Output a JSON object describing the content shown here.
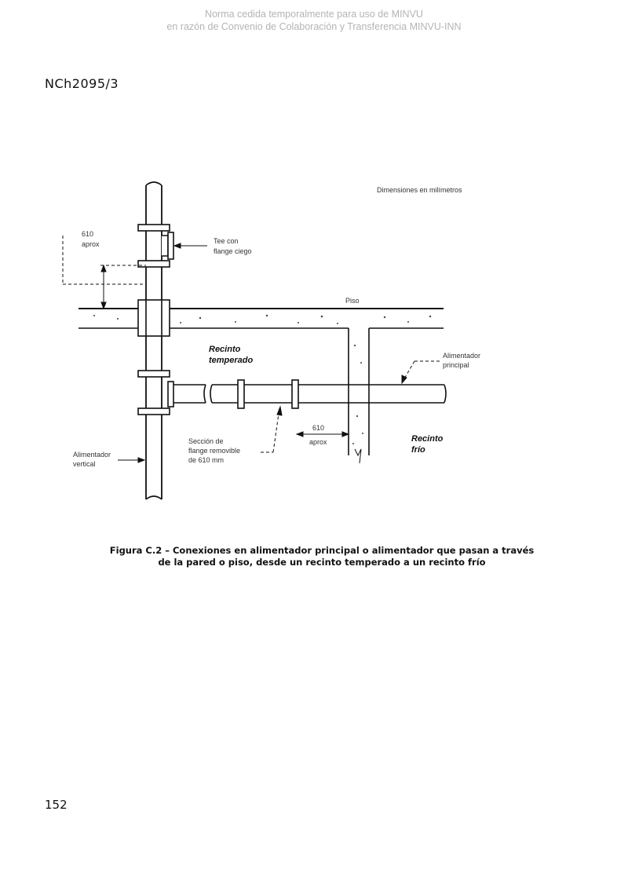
{
  "watermark": {
    "line1": "Norma cedida temporalmente para uso de MINVU",
    "line2": "en razón de Convenio de Colaboración y Transferencia MINVU-INN"
  },
  "header": {
    "doc_code": "NCh2095/3"
  },
  "figure": {
    "dimensions_note": "Dimensiones en milímetros",
    "labels": {
      "dim_top_value": "610",
      "dim_top_unit": "aprox",
      "tee_line1": "Tee con",
      "tee_line2": "flange ciego",
      "floor": "Piso",
      "warm_room_line1": "Recinto",
      "warm_room_line2": "temperado",
      "main_feed_line1": "Alimentador",
      "main_feed_line2": "principal",
      "removable_line1": "Sección de",
      "removable_line2": "flange removible",
      "removable_line3": "de 610 mm",
      "dim_wall_value": "610",
      "dim_wall_unit": "aprox",
      "cold_room_line1": "Recinto",
      "cold_room_line2": "frío",
      "vertical_feed_line1": "Alimentador",
      "vertical_feed_line2": "vertical"
    },
    "caption": {
      "line1": "Figura C.2 – Conexiones en alimentador principal o alimentador que pasan a través",
      "line2": "de la pared o piso, desde un recinto temperado a un recinto frío"
    }
  },
  "footer": {
    "page_number": "152"
  }
}
